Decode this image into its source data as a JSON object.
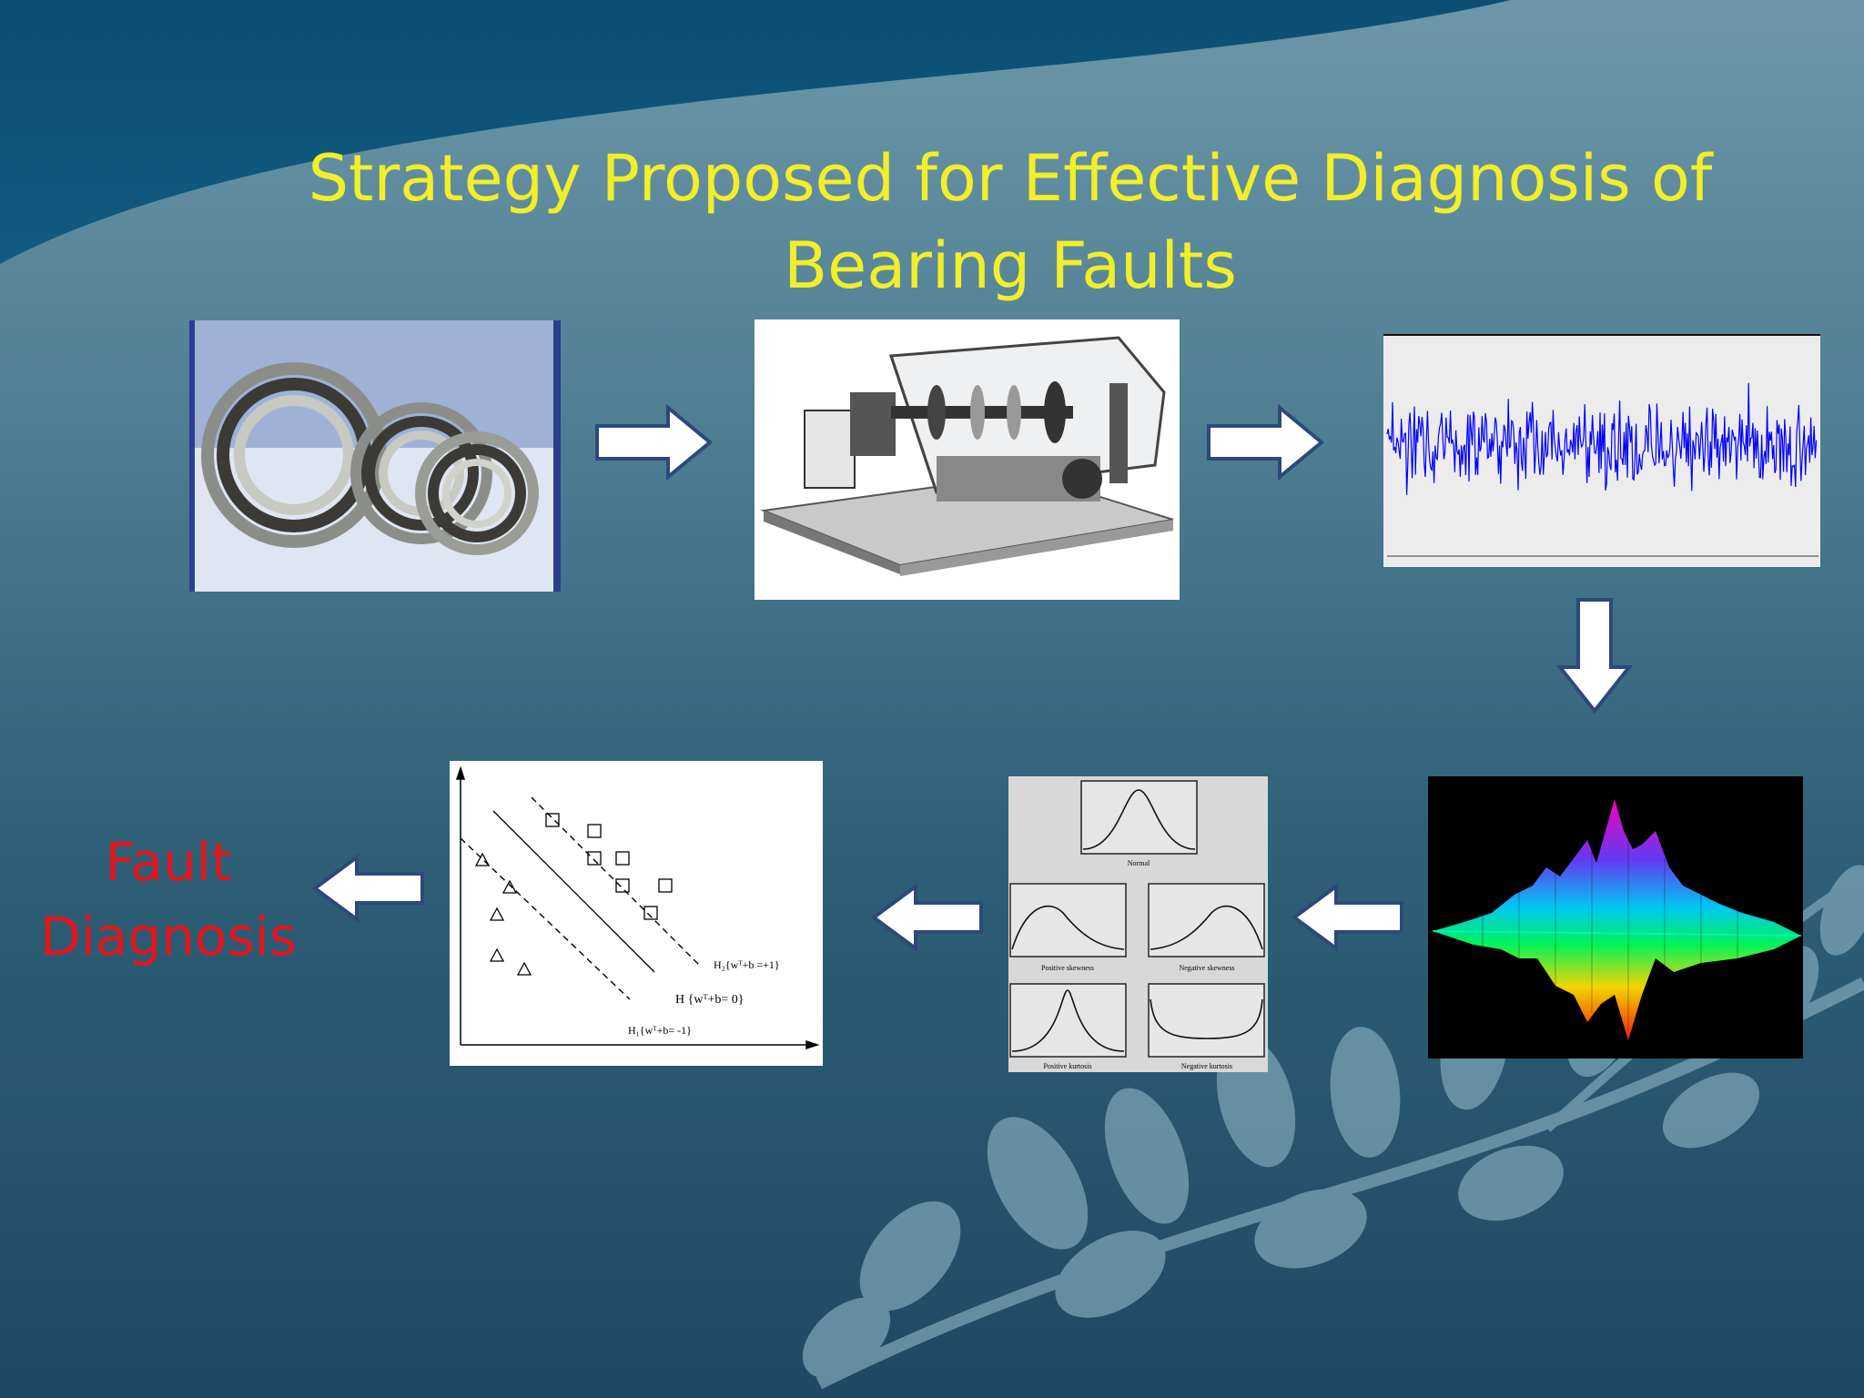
{
  "slide": {
    "title_line1": "Strategy Proposed for Effective Diagnosis of",
    "title_line2": "Bearing Faults",
    "result_line1": "Fault",
    "result_line2": "Diagnosis"
  },
  "distributions": {
    "normal": "Normal",
    "positive_skewness": "Positive skewness",
    "negative_skewness": "Negative skewness",
    "positive_kurtosis": "Positive kurtosis",
    "negative_kurtosis": "Negative kurtosis"
  },
  "svm": {
    "h2": "H₂{wᵀ+b =+1}",
    "h": "H {wᵀ+b= 0}",
    "h1": "H₁{wᵀ+b= -1}"
  },
  "colors": {
    "title": "#f2ee2a",
    "result": "#e3161c",
    "signal": "#0000ff",
    "arrow_fill": "#ffffff",
    "arrow_stroke": "#2c4a78"
  },
  "icons": [
    "bearing-photo",
    "test-rig-photo",
    "vibration-signal",
    "wavelet-surface",
    "distribution-shapes",
    "svm-classifier",
    "arrow-right",
    "arrow-down",
    "arrow-left"
  ]
}
